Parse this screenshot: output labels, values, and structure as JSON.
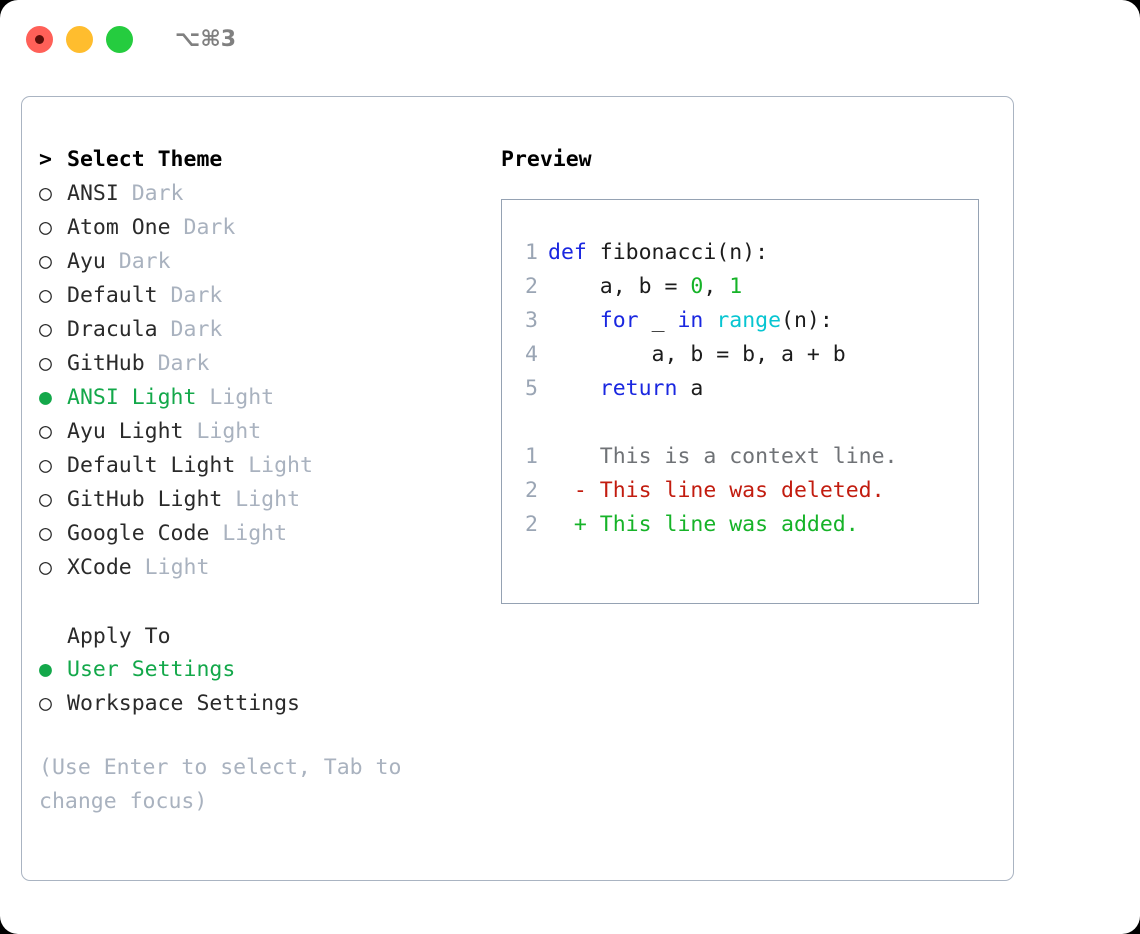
{
  "titlebar": {
    "shortcut": "⌥⌘3",
    "lights": [
      {
        "name": "close",
        "color": "#ff6058"
      },
      {
        "name": "minimize",
        "color": "#ffbd2e"
      },
      {
        "name": "maximize",
        "color": "#25cc3f"
      }
    ]
  },
  "theme_panel": {
    "heading_marker": ">",
    "heading": "Select Theme",
    "items": [
      {
        "marker": "○",
        "selected": false,
        "label": "ANSI",
        "suffix": "Dark"
      },
      {
        "marker": "○",
        "selected": false,
        "label": "Atom One",
        "suffix": "Dark"
      },
      {
        "marker": "○",
        "selected": false,
        "label": "Ayu",
        "suffix": "Dark"
      },
      {
        "marker": "○",
        "selected": false,
        "label": "Default",
        "suffix": "Dark"
      },
      {
        "marker": "○",
        "selected": false,
        "label": "Dracula",
        "suffix": "Dark"
      },
      {
        "marker": "○",
        "selected": false,
        "label": "GitHub",
        "suffix": "Dark"
      },
      {
        "marker": "●",
        "selected": true,
        "label": "ANSI Light",
        "suffix": "Light"
      },
      {
        "marker": "○",
        "selected": false,
        "label": "Ayu Light",
        "suffix": "Light"
      },
      {
        "marker": "○",
        "selected": false,
        "label": "Default Light",
        "suffix": "Light"
      },
      {
        "marker": "○",
        "selected": false,
        "label": "GitHub Light",
        "suffix": "Light"
      },
      {
        "marker": "○",
        "selected": false,
        "label": "Google Code",
        "suffix": "Light"
      },
      {
        "marker": "○",
        "selected": false,
        "label": "XCode",
        "suffix": "Light"
      }
    ]
  },
  "apply_to": {
    "title": "Apply To",
    "items": [
      {
        "marker": "●",
        "selected": true,
        "label": "User Settings"
      },
      {
        "marker": "○",
        "selected": false,
        "label": "Workspace Settings"
      }
    ]
  },
  "hint": "(Use Enter to select, Tab to change focus)",
  "preview": {
    "title": "Preview",
    "code": [
      {
        "ln": "1",
        "tokens": [
          {
            "t": "def ",
            "k": "kw"
          },
          {
            "t": "fibonacci(n):",
            "k": "plain"
          }
        ]
      },
      {
        "ln": "2",
        "tokens": [
          {
            "t": "    a, b = ",
            "k": "plain"
          },
          {
            "t": "0",
            "k": "num"
          },
          {
            "t": ", ",
            "k": "plain"
          },
          {
            "t": "1",
            "k": "num"
          }
        ]
      },
      {
        "ln": "3",
        "tokens": [
          {
            "t": "    ",
            "k": "plain"
          },
          {
            "t": "for",
            "k": "kw"
          },
          {
            "t": " _ ",
            "k": "plain"
          },
          {
            "t": "in",
            "k": "kw"
          },
          {
            "t": " ",
            "k": "plain"
          },
          {
            "t": "range",
            "k": "fn"
          },
          {
            "t": "(n):",
            "k": "plain"
          }
        ]
      },
      {
        "ln": "4",
        "tokens": [
          {
            "t": "        a, b = b, a + b",
            "k": "plain"
          }
        ]
      },
      {
        "ln": "5",
        "tokens": [
          {
            "t": "    ",
            "k": "plain"
          },
          {
            "t": "return",
            "k": "kw"
          },
          {
            "t": " a",
            "k": "plain"
          }
        ]
      }
    ],
    "diff": [
      {
        "ln": "1",
        "sign": " ",
        "text": "This is a context line.",
        "k": "ctx"
      },
      {
        "ln": "2",
        "sign": "-",
        "text": "This line was deleted.",
        "k": "del"
      },
      {
        "ln": "2",
        "sign": "+",
        "text": "This line was added.",
        "k": "add"
      }
    ]
  },
  "colors": {
    "accent_green": "#13a84a",
    "muted": "#a9b2bf",
    "keyword_blue": "#1a27e0",
    "function_cyan": "#07c5d1",
    "number_green": "#16b328",
    "diff_delete": "#c21c0f",
    "diff_add": "#16b328",
    "border": "#aab4c2"
  }
}
